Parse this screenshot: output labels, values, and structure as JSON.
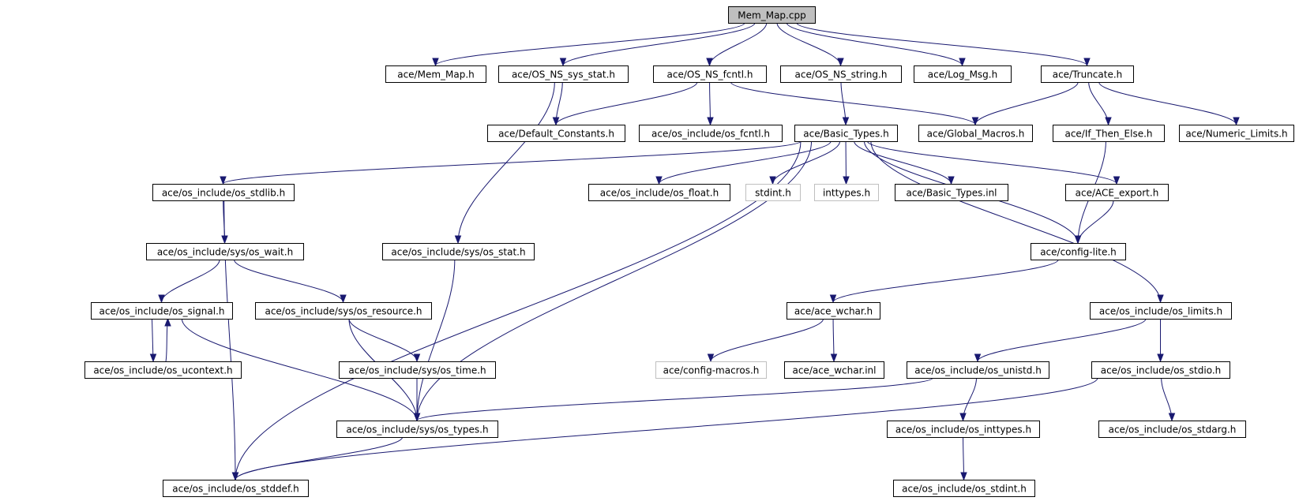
{
  "graph": {
    "nodes": [
      {
        "id": "mem_map_cpp",
        "label": "Mem_Map.cpp",
        "type": "root"
      },
      {
        "id": "mem_map_h",
        "label": "ace/Mem_Map.h"
      },
      {
        "id": "os_ns_sys_stat",
        "label": "ace/OS_NS_sys_stat.h"
      },
      {
        "id": "os_ns_fcntl",
        "label": "ace/OS_NS_fcntl.h"
      },
      {
        "id": "os_ns_string",
        "label": "ace/OS_NS_string.h"
      },
      {
        "id": "log_msg",
        "label": "ace/Log_Msg.h"
      },
      {
        "id": "truncate",
        "label": "ace/Truncate.h"
      },
      {
        "id": "default_constants",
        "label": "ace/Default_Constants.h"
      },
      {
        "id": "os_fcntl",
        "label": "ace/os_include/os_fcntl.h"
      },
      {
        "id": "basic_types",
        "label": "ace/Basic_Types.h"
      },
      {
        "id": "global_macros",
        "label": "ace/Global_Macros.h"
      },
      {
        "id": "if_then_else",
        "label": "ace/If_Then_Else.h"
      },
      {
        "id": "numeric_limits",
        "label": "ace/Numeric_Limits.h"
      },
      {
        "id": "os_stdlib",
        "label": "ace/os_include/os_stdlib.h"
      },
      {
        "id": "os_float",
        "label": "ace/os_include/os_float.h"
      },
      {
        "id": "stdint_h",
        "label": "stdint.h",
        "type": "missing"
      },
      {
        "id": "inttypes_h",
        "label": "inttypes.h",
        "type": "missing"
      },
      {
        "id": "basic_types_inl",
        "label": "ace/Basic_Types.inl"
      },
      {
        "id": "ace_export",
        "label": "ace/ACE_export.h"
      },
      {
        "id": "sys_os_wait",
        "label": "ace/os_include/sys/os_wait.h"
      },
      {
        "id": "sys_os_stat",
        "label": "ace/os_include/sys/os_stat.h"
      },
      {
        "id": "config_lite",
        "label": "ace/config-lite.h"
      },
      {
        "id": "os_signal",
        "label": "ace/os_include/os_signal.h"
      },
      {
        "id": "sys_os_resource",
        "label": "ace/os_include/sys/os_resource.h"
      },
      {
        "id": "ace_wchar",
        "label": "ace/ace_wchar.h"
      },
      {
        "id": "os_limits",
        "label": "ace/os_include/os_limits.h"
      },
      {
        "id": "os_ucontext",
        "label": "ace/os_include/os_ucontext.h"
      },
      {
        "id": "sys_os_time",
        "label": "ace/os_include/sys/os_time.h"
      },
      {
        "id": "config_macros",
        "label": "ace/config-macros.h",
        "type": "missing"
      },
      {
        "id": "ace_wchar_inl",
        "label": "ace/ace_wchar.inl"
      },
      {
        "id": "os_unistd",
        "label": "ace/os_include/os_unistd.h"
      },
      {
        "id": "os_stdio",
        "label": "ace/os_include/os_stdio.h"
      },
      {
        "id": "sys_os_types",
        "label": "ace/os_include/sys/os_types.h"
      },
      {
        "id": "os_inttypes",
        "label": "ace/os_include/os_inttypes.h"
      },
      {
        "id": "os_stdarg",
        "label": "ace/os_include/os_stdarg.h"
      },
      {
        "id": "os_stddef",
        "label": "ace/os_include/os_stddef.h"
      },
      {
        "id": "os_stdint",
        "label": "ace/os_include/os_stdint.h"
      }
    ],
    "edges": [
      [
        "mem_map_cpp",
        "mem_map_h"
      ],
      [
        "mem_map_cpp",
        "os_ns_sys_stat"
      ],
      [
        "mem_map_cpp",
        "os_ns_fcntl"
      ],
      [
        "mem_map_cpp",
        "os_ns_string"
      ],
      [
        "mem_map_cpp",
        "log_msg"
      ],
      [
        "mem_map_cpp",
        "truncate"
      ],
      [
        "os_ns_sys_stat",
        "default_constants"
      ],
      [
        "os_ns_sys_stat",
        "sys_os_stat"
      ],
      [
        "os_ns_fcntl",
        "default_constants"
      ],
      [
        "os_ns_fcntl",
        "os_fcntl"
      ],
      [
        "os_ns_fcntl",
        "global_macros"
      ],
      [
        "os_ns_string",
        "basic_types"
      ],
      [
        "truncate",
        "global_macros"
      ],
      [
        "truncate",
        "if_then_else"
      ],
      [
        "truncate",
        "numeric_limits"
      ],
      [
        "basic_types",
        "os_stddef"
      ],
      [
        "basic_types",
        "os_stdlib"
      ],
      [
        "basic_types",
        "sys_os_types"
      ],
      [
        "basic_types",
        "os_float"
      ],
      [
        "basic_types",
        "stdint_h"
      ],
      [
        "basic_types",
        "inttypes_h"
      ],
      [
        "basic_types",
        "basic_types_inl"
      ],
      [
        "basic_types",
        "config_lite"
      ],
      [
        "basic_types",
        "ace_export"
      ],
      [
        "basic_types",
        "os_limits"
      ],
      [
        "if_then_else",
        "config_lite"
      ],
      [
        "ace_export",
        "config_lite"
      ],
      [
        "os_stdlib",
        "sys_os_wait"
      ],
      [
        "os_stdlib",
        "os_stddef"
      ],
      [
        "sys_os_wait",
        "os_signal"
      ],
      [
        "sys_os_wait",
        "sys_os_resource"
      ],
      [
        "sys_os_stat",
        "sys_os_types"
      ],
      [
        "config_lite",
        "ace_wchar"
      ],
      [
        "os_signal",
        "os_ucontext"
      ],
      [
        "os_ucontext",
        "os_signal"
      ],
      [
        "os_signal",
        "sys_os_types"
      ],
      [
        "sys_os_resource",
        "sys_os_time"
      ],
      [
        "sys_os_resource",
        "sys_os_types"
      ],
      [
        "sys_os_time",
        "sys_os_types"
      ],
      [
        "ace_wchar",
        "config_macros"
      ],
      [
        "ace_wchar",
        "ace_wchar_inl"
      ],
      [
        "os_limits",
        "os_unistd"
      ],
      [
        "os_limits",
        "os_stdio"
      ],
      [
        "os_unistd",
        "sys_os_types"
      ],
      [
        "os_unistd",
        "os_inttypes"
      ],
      [
        "os_stdio",
        "os_stdarg"
      ],
      [
        "os_stdio",
        "os_stddef"
      ],
      [
        "sys_os_types",
        "os_stddef"
      ],
      [
        "os_inttypes",
        "os_stdint"
      ]
    ]
  },
  "colors": {
    "edge": "#191970",
    "node_border": "#000000",
    "missing_node_border": "#bfbfbf",
    "root_fill": "#bfbfbf",
    "node_fill": "#ffffff"
  }
}
